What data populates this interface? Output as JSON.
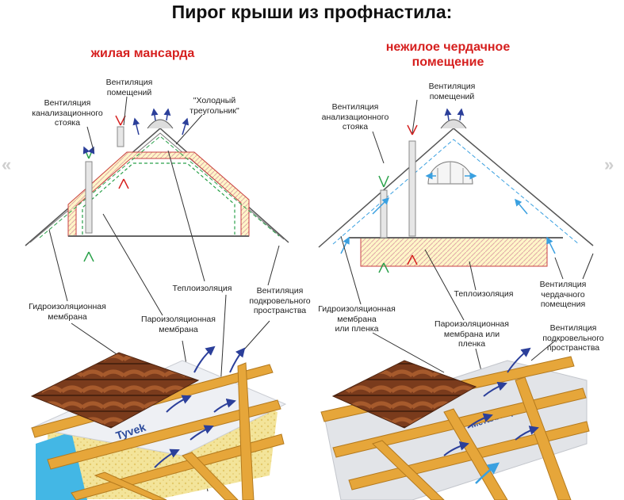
{
  "title": "Пирог крыши из профнастила:",
  "accent_color": "#d6201f",
  "nav": {
    "prev_icon": "double-chevron-left-icon",
    "next_icon": "double-chevron-right-icon",
    "prev": "«",
    "next": "»"
  },
  "left": {
    "subtitle": "жилая мансарда",
    "labels": {
      "vent_rooms_1": "Вентиляция",
      "vent_rooms_2": "помещений",
      "vent_sewer_1": "Вентиляция",
      "vent_sewer_2": "канализационного",
      "vent_sewer_3": "стояка",
      "cold_tri_1": "\"Холодный",
      "cold_tri_2": "треугольник\"",
      "insulation": "Теплоизоляция",
      "vent_under_1": "Вентиляция",
      "vent_under_2": "подкровельного",
      "vent_under_3": "пространства",
      "hydro_1": "Гидроизоляционная",
      "hydro_2": "мембрана",
      "vapor_1": "Пароизоляционная",
      "vapor_2": "мембрана"
    }
  },
  "right": {
    "subtitle_1": "нежилое чердачное",
    "subtitle_2": "помещение",
    "labels": {
      "vent_rooms_1": "Вентиляция",
      "vent_rooms_2": "помещений",
      "vent_sewer_1": "Вентиляция",
      "vent_sewer_2": "анализационного",
      "vent_sewer_3": "стояка",
      "insulation": "Теплоизоляция",
      "vent_attic_1": "Вентиляция",
      "vent_attic_2": "чердачного",
      "vent_attic_3": "помещения",
      "hydro_1": "Гидроизоляционная",
      "hydro_2": "мембрана",
      "hydro_3": "или пленка",
      "vapor_1": "Пароизоляционная",
      "vapor_2": "мембрана или",
      "vapor_3": "пленка",
      "vent_under_1": "Вентиляция",
      "vent_under_2": "подкровельного",
      "vent_under_3": "пространства"
    }
  },
  "membrane_print": {
    "left": "Tyvek",
    "right": "Металл Профиль"
  }
}
